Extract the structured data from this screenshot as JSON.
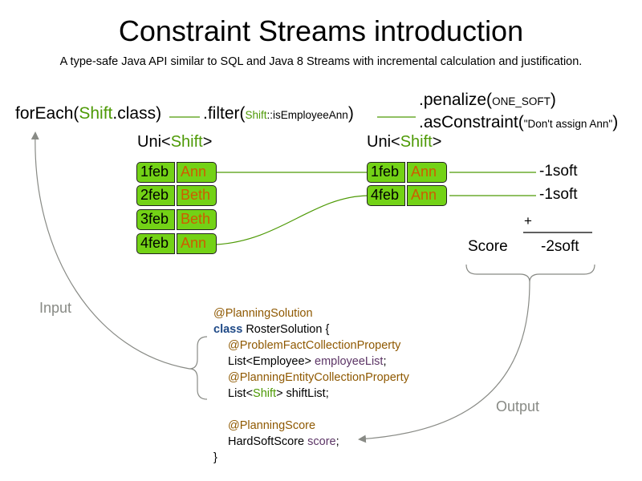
{
  "title": "Constraint Streams introduction",
  "subtitle": "A type-safe Java API similar to SQL and Java 8 Streams with incremental calculation and justification.",
  "pipeline": {
    "foreach_prefix": "forEach(",
    "foreach_type": "Shift",
    "foreach_suffix": ".class)",
    "filter_prefix": ".filter(",
    "filter_type": "Shift",
    "filter_method": "::isEmployeeAnn",
    "filter_suffix": ")",
    "penalize_prefix": ".penalize(",
    "penalize_arg": "ONE_SOFT",
    "penalize_suffix": ")",
    "asconstraint_prefix": ".asConstraint(",
    "asconstraint_arg": "\"Don't assign Ann\"",
    "asconstraint_suffix": ")"
  },
  "uni_left": {
    "prefix": "Uni<",
    "type": "Shift",
    "suffix": ">"
  },
  "uni_right": {
    "prefix": "Uni<",
    "type": "Shift",
    "suffix": ">"
  },
  "left_tuples": [
    {
      "date": "1feb",
      "employee": "Ann"
    },
    {
      "date": "2feb",
      "employee": "Beth"
    },
    {
      "date": "3feb",
      "employee": "Beth"
    },
    {
      "date": "4feb",
      "employee": "Ann"
    }
  ],
  "right_tuples": [
    {
      "date": "1feb",
      "employee": "Ann",
      "penalty": "-1soft"
    },
    {
      "date": "4feb",
      "employee": "Ann",
      "penalty": "-1soft"
    }
  ],
  "sum": {
    "plus": "+",
    "score_label": "Score",
    "score_value": "-2soft"
  },
  "labels": {
    "input": "Input",
    "output": "Output"
  },
  "code": {
    "ann_solution": "@PlanningSolution",
    "class_kw": "class",
    "class_decl": " RosterSolution {",
    "ann_fact": "@ProblemFactCollectionProperty",
    "emp_type": "List<Employee> ",
    "emp_field": "employeeList",
    "emp_end": ";",
    "ann_entity": "@PlanningEntityCollectionProperty",
    "shift_prefix": "List<",
    "shift_type": "Shift",
    "shift_suffix": "> shiftList;",
    "ann_score": "@PlanningScore",
    "score_type": "HardSoftScore ",
    "score_field": "score",
    "score_end": ";",
    "close": "}"
  },
  "colors": {
    "cell_fill": "#73d216",
    "shift_green": "#4e9a06",
    "employee_orange": "#ce5c00",
    "annotation_brown": "#8f5902",
    "field_purple": "#5c3566",
    "keyword_navy": "#204a87",
    "arrow_gray": "#888a85"
  }
}
